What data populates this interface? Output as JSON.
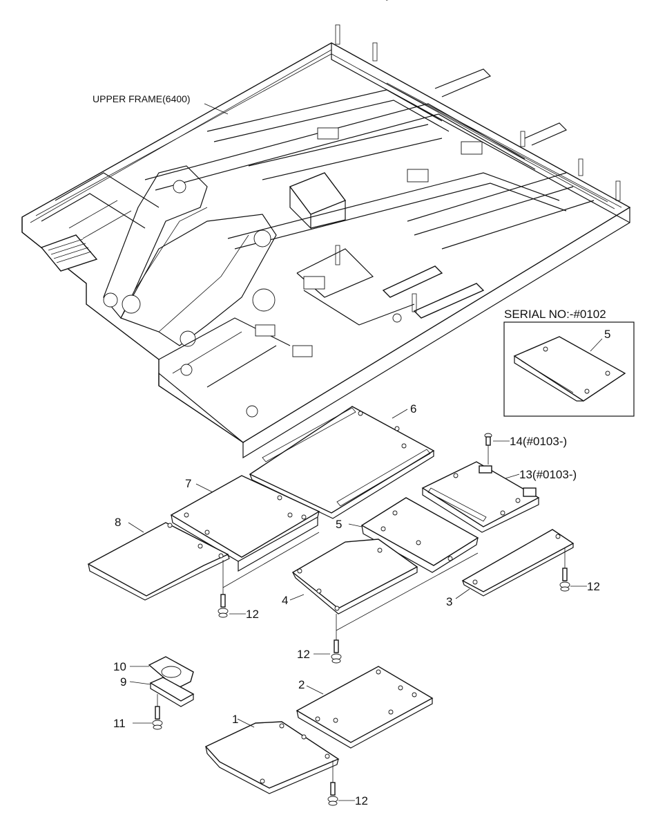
{
  "header": {
    "frame_label": "UPPER FRAME(6400)"
  },
  "inset": {
    "title": "SERIAL NO:-#0102",
    "part_label": "5"
  },
  "callouts": {
    "p1": "1",
    "p2": "2",
    "p3": "3",
    "p4": "4",
    "p5": "5",
    "p6": "6",
    "p7": "7",
    "p8": "8",
    "p9": "9",
    "p10": "10",
    "p11": "11",
    "p12a": "12",
    "p12b": "12",
    "p12c": "12",
    "p12d": "12",
    "p13": "13(#0103-)",
    "p14": "14(#0103-)"
  }
}
